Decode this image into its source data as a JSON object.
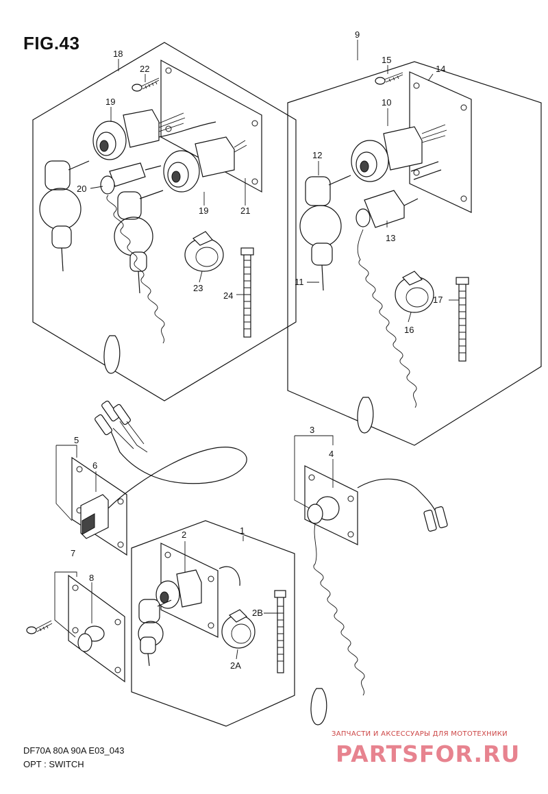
{
  "figure": {
    "title": "FIG.43",
    "model_line": "DF70A 80A 90A E03_043",
    "group_line": "OPT : SWITCH"
  },
  "watermark": {
    "tagline": "ЗАПЧАСТИ И АКСЕССУАРЫ ДЛЯ МОТОТЕХНИКИ",
    "brand": "PARTSFOR.RU",
    "color": "#e05a6a"
  },
  "callouts": {
    "c18": "18",
    "c22": "22",
    "c19a": "19",
    "c20": "20",
    "c19b": "19",
    "c21": "21",
    "c23": "23",
    "c24": "24",
    "c9": "9",
    "c15": "15",
    "c14": "14",
    "c10": "10",
    "c12": "12",
    "c13": "13",
    "c11": "11",
    "c16": "16",
    "c17": "17",
    "c5": "5",
    "c6": "6",
    "c3": "3",
    "c4": "4",
    "c7": "7",
    "c8": "8",
    "c1": "1",
    "c2": "2",
    "c2b": "2B",
    "c2a": "2A"
  }
}
